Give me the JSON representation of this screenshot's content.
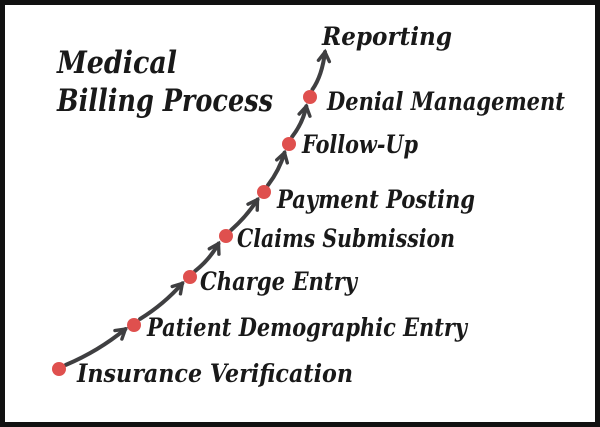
{
  "diagram": {
    "title": {
      "line1": "Medical",
      "line2": "Billing Process"
    },
    "stages": [
      {
        "label": "Insurance Verification"
      },
      {
        "label": "Patient Demographic Entry"
      },
      {
        "label": "Charge Entry"
      },
      {
        "label": "Claims Submission"
      },
      {
        "label": "Payment Posting"
      },
      {
        "label": "Follow-Up"
      },
      {
        "label": "Denial Management"
      },
      {
        "label": "Reporting"
      }
    ],
    "colors": {
      "dot": "#df504e",
      "arrow": "#3f3f41",
      "text": "#191919",
      "border": "#111111",
      "background": "#ffffff"
    }
  }
}
